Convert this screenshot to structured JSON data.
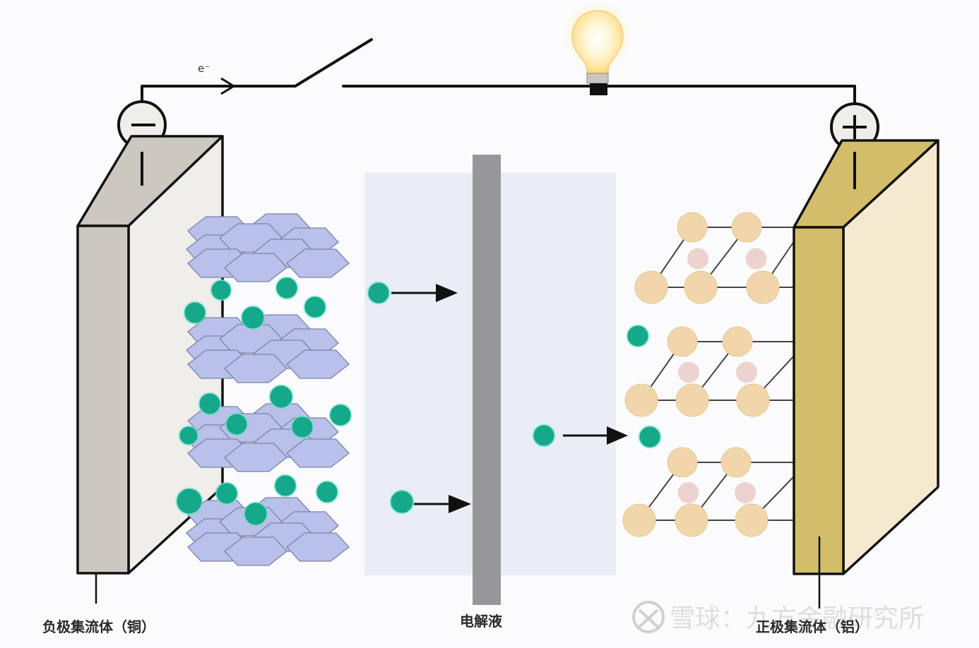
{
  "title": "锂离子电池放电示意图",
  "labels": {
    "anode_collector": "负极集流体（铜）",
    "electrolyte": "电解液",
    "cathode_collector": "正极集流体（铝）",
    "electron": "e⁻",
    "negative_terminal": "−",
    "positive_terminal": "+"
  },
  "watermark": {
    "logo": "snowball-logo",
    "text": "雪球：九方金融研究所"
  },
  "colors": {
    "background": "#fbfbfd",
    "anode_collector_front": "#cbc8c2",
    "anode_collector_side": "#efeeea",
    "cathode_collector_front": "#d3bd6a",
    "cathode_collector_side": "#f4ead0",
    "graphite_layer": "#b9c0ea",
    "graphite_edge": "#7b82a8",
    "lithium_ion": "#17a88a",
    "cathode_atom_large": "#f0d6aa",
    "cathode_atom_small": "#ecd3cf",
    "separator": "#97979a",
    "electrolyte_region": "#e9eef6",
    "bulb_glow": "#ffeeb0",
    "wire": "#111111"
  },
  "components": [
    "negative-terminal",
    "positive-terminal",
    "switch",
    "light-bulb",
    "anode-current-collector",
    "graphite-anode",
    "separator",
    "electrolyte",
    "cathode-lattice",
    "cathode-current-collector",
    "lithium-ions"
  ]
}
